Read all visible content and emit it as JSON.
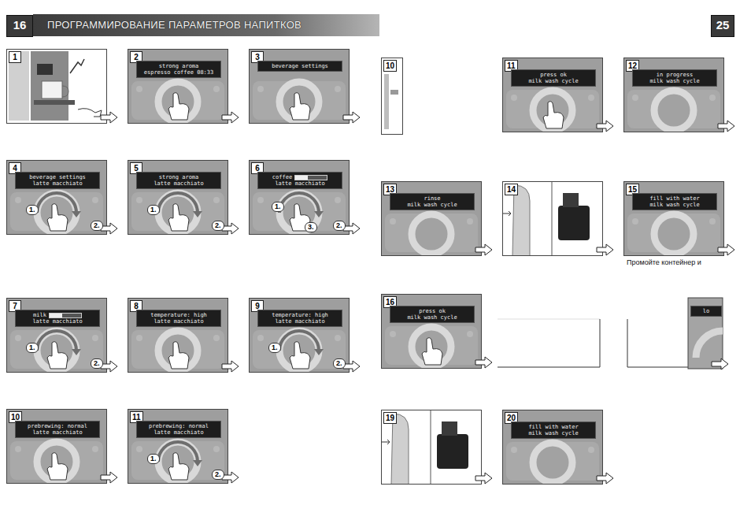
{
  "diagram": {
    "title": "ПРОГРАММИРОВАНИЕ ПАРАМЕТРОВ НАПИТКОВ",
    "nodes": [
      {
        "text": [
          "1"
        ]
      },
      {
        "text": [
          "2"
        ]
      },
      {
        "text": [
          "strong aroma",
          "espresso coffee 08:33"
        ],
        "in": 1
      },
      {
        "text": [
          "3"
        ]
      },
      {
        "text": [
          "beverage settings"
        ],
        "in": 3
      },
      {
        "text": [
          "4",
          "1.",
          "2."
        ]
      },
      {
        "text": [
          "beverage settings",
          "latte macchiato"
        ],
        "in": 5
      },
      {
        "text": [
          "5",
          "1.",
          "2."
        ]
      },
      {
        "text": [
          "strong aroma",
          "latte macchiato"
        ],
        "in": 7
      },
      {
        "text": [
          "6",
          "1.",
          "3.",
          "2."
        ]
      },
      {
        "text": [
          "coffee",
          "latte macchiato"
        ],
        "in": 9
      },
      {
        "text": [
          "7",
          "1.",
          "2."
        ]
      },
      {
        "text": [
          "milk",
          "latte macchiato"
        ],
        "in": 11
      },
      {
        "text": [
          "8"
        ]
      },
      {
        "text": [
          "temperature: high",
          "latte macchiato"
        ],
        "in": 13
      },
      {
        "text": [
          "9",
          "1.",
          "2."
        ]
      },
      {
        "text": [
          "temperature: high",
          "latte macchiato"
        ],
        "in": 15
      },
      {
        "text": [
          "10"
        ]
      },
      {
        "text": [
          "prebrewing: normal",
          "latte macchiato"
        ],
        "in": 17
      },
      {
        "text": [
          "11",
          "1.",
          "2."
        ]
      },
      {
        "text": [
          "prebrewing: normal",
          "latte macchiato"
        ],
        "in": 19
      },
      {
        "text": [
          "10"
        ]
      },
      {
        "text": [
          "11"
        ]
      },
      {
        "text": [
          "press ok",
          "milk wash cycle"
        ],
        "in": 22
      },
      {
        "text": [
          "12"
        ]
      },
      {
        "text": [
          "in progress",
          "milk wash cycle"
        ],
        "in": 24
      },
      {
        "text": [
          "13"
        ]
      },
      {
        "text": [
          "rinse",
          "milk wash cycle"
        ],
        "in": 26
      },
      {
        "text": [
          "14"
        ]
      },
      {
        "text": [
          "15"
        ]
      },
      {
        "text": [
          "fill with water",
          "milk wash cycle"
        ],
        "in": 29
      },
      {
        "text": [
          "16"
        ]
      },
      {
        "text": [
          "press ok",
          "milk wash cycle"
        ],
        "in": 31
      },
      {
        "text": [
          "lo"
        ]
      },
      {
        "text": [
          "19"
        ]
      },
      {
        "text": [
          "20"
        ]
      },
      {
        "text": [
          "fill with water",
          "milk wash cycle"
        ],
        "in": 35
      }
    ],
    "labels": [
      "16",
      "25",
      "Промойте контейнер и"
    ]
  }
}
